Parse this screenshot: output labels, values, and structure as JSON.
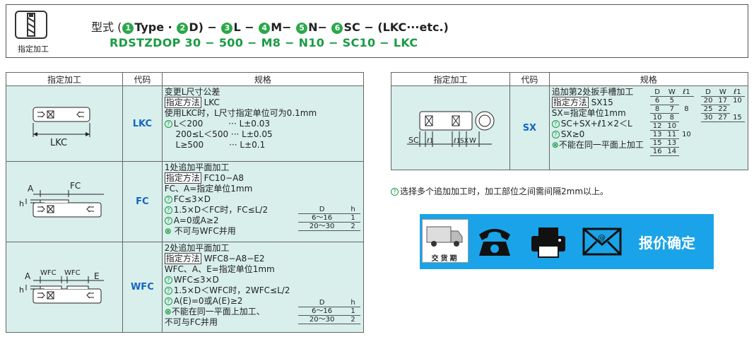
{
  "header": {
    "icon_caption": "指定加工",
    "formula_prefix": "型式 (",
    "formula": [
      {
        "num": "1",
        "text": "Type · "
      },
      {
        "num": "2",
        "text": "D) − "
      },
      {
        "num": "3",
        "text": "L − "
      },
      {
        "num": "4",
        "text": "M− "
      },
      {
        "num": "5",
        "text": "N− "
      },
      {
        "num": "6",
        "text": "SC − (LKC···etc.)"
      }
    ],
    "example": "RDSTZDOP 30 − 500 − M8 − N10 − SC10 − LKC"
  },
  "left_table": {
    "headers": [
      "指定加工",
      "代码",
      "规格"
    ],
    "rows": [
      {
        "code": "LKC",
        "fig_label": "LKC",
        "lines": [
          {
            "text": "变更L尺寸公差"
          },
          {
            "tag": "指定方法",
            "text": "LKC"
          },
          {
            "text": "使用LKC时，L尺寸指定单位可为0.1mm"
          },
          {
            "icon": "g",
            "text": "L＜200　　　··· L±0.03"
          },
          {
            "text": "　 200≤L＜500 ··· L±0.05"
          },
          {
            "text": "　 L≥500　　　··· L±0.1"
          }
        ]
      },
      {
        "code": "FC",
        "fig_labels": {
          "a": "A",
          "fc": "FC",
          "h": "h"
        },
        "lines": [
          {
            "text": "1处追加平面加工"
          },
          {
            "tag": "指定方法",
            "text": "FC10−A8"
          },
          {
            "text": "FC、A=指定单位1mm"
          },
          {
            "icon": "g",
            "text": "FC≤3×D"
          },
          {
            "icon": "g",
            "text": "1.5×D＜FC时，FC≤L/2"
          },
          {
            "icon": "g",
            "text": "A=0或A≥2"
          },
          {
            "icon": "x",
            "text": " 不可与WFC并用"
          }
        ],
        "dh_table": {
          "headers": [
            "D",
            "h"
          ],
          "rows": [
            [
              "6〜16",
              "1"
            ],
            [
              "20〜30",
              "2"
            ]
          ]
        }
      },
      {
        "code": "WFC",
        "fig_labels": {
          "a": "A",
          "wfc1": "WFC",
          "wfc2": "WFC",
          "e": "E",
          "h": "h"
        },
        "lines": [
          {
            "text": "2处追加平面加工"
          },
          {
            "tag": "指定方法",
            "text": "WFC8−A8−E2"
          },
          {
            "text": "WFC、A、E=指定单位1mm"
          },
          {
            "icon": "g",
            "text": "WFC≤3×D"
          },
          {
            "icon": "g",
            "text": "1.5×D＜WFC时，2WFC≤L/2"
          },
          {
            "icon": "g",
            "text": "A(E)=0或A(E)≥2"
          },
          {
            "icon": "x",
            "text": "不能在同一平面上加工、"
          },
          {
            "text": "不可与FC并用"
          }
        ],
        "dh_table": {
          "headers": [
            "D",
            "h"
          ],
          "rows": [
            [
              "6〜16",
              "1"
            ],
            [
              "20〜30",
              "2"
            ]
          ]
        }
      }
    ]
  },
  "right_table": {
    "headers": [
      "指定加工",
      "代码",
      "规格"
    ],
    "row": {
      "code": "SX",
      "fig_labels": {
        "sc": "SC",
        "l1a": "ℓ1",
        "l1b": "ℓ1",
        "sx": "SX",
        "w": "W"
      },
      "lines": [
        {
          "text": "追加第2处扳手槽加工"
        },
        {
          "tag": "指定方法",
          "text": "SX15"
        },
        {
          "text": "SX=指定单位1mm"
        },
        {
          "icon": "g",
          "text": "SC+SX+ℓ1×2＜L"
        },
        {
          "icon": "g",
          "text": "SX≥0"
        },
        {
          "icon": "x",
          "text": "不能在同一平面上加工"
        }
      ],
      "dwl_table1": {
        "headers": [
          "D",
          "W",
          "ℓ1"
        ],
        "rows": [
          [
            "6",
            "5",
            ""
          ],
          [
            "8",
            "7",
            "8"
          ],
          [
            "10",
            "8",
            ""
          ],
          [
            "12",
            "10",
            ""
          ],
          [
            "13",
            "11",
            "10"
          ],
          [
            "15",
            "13",
            ""
          ],
          [
            "16",
            "14",
            ""
          ]
        ]
      },
      "dwl_table2": {
        "headers": [
          "D",
          "W",
          "ℓ1"
        ],
        "rows": [
          [
            "20",
            "17",
            "10"
          ],
          [
            "25",
            "22",
            ""
          ],
          [
            "30",
            "27",
            "15"
          ]
        ]
      }
    }
  },
  "note": "选择多个追加加工时，加工部位之间需间隔2mm以上。",
  "banner": {
    "truck_label": "交货期",
    "quote_text": "报价确定",
    "colors": {
      "bg": "#1aa3e8",
      "text": "#ffffff"
    }
  }
}
